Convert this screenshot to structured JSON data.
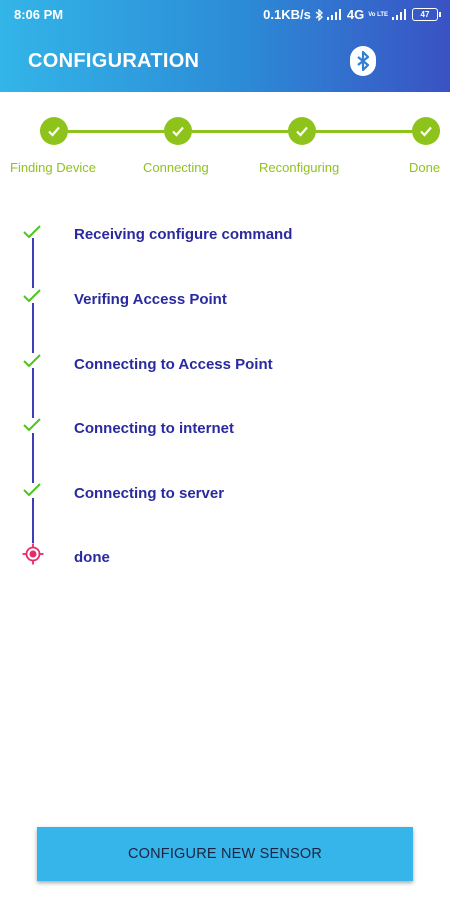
{
  "status_bar": {
    "time": "8:06 PM",
    "net_speed": "0.1KB/s",
    "network": "4G",
    "network_sub": "Vo LTE",
    "battery": "47",
    "icons": [
      "bluetooth-icon",
      "signal-icon",
      "wifi-calling-icon",
      "signal-icon",
      "battery-icon"
    ]
  },
  "app_bar": {
    "title": "CONFIGURATION",
    "action_icon": "bluetooth-icon"
  },
  "stepper": {
    "accent_color": "#8ec31c",
    "steps": [
      {
        "label": "Finding Device",
        "state": "done"
      },
      {
        "label": "Connecting",
        "state": "done"
      },
      {
        "label": "Reconfiguring",
        "state": "done"
      },
      {
        "label": "Done",
        "state": "done"
      }
    ]
  },
  "timeline": {
    "line_color": "#3d3db8",
    "check_color": "#4cc61a",
    "active_color": "#e82a6c",
    "items": [
      {
        "label": "Receiving configure command",
        "state": "done"
      },
      {
        "label": "Verifing Access Point",
        "state": "done"
      },
      {
        "label": "Connecting to Access Point",
        "state": "done"
      },
      {
        "label": "Connecting to internet",
        "state": "done"
      },
      {
        "label": "Connecting to server",
        "state": "done"
      },
      {
        "label": "done",
        "state": "current"
      }
    ]
  },
  "actions": {
    "configure_new_sensor": "CONFIGURE NEW SENSOR"
  }
}
